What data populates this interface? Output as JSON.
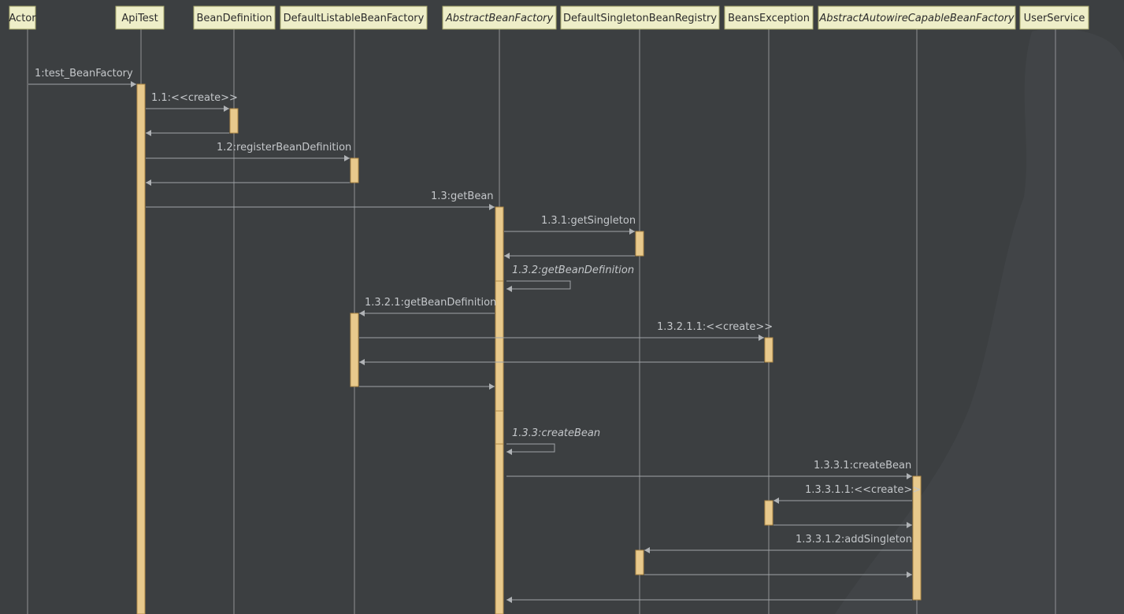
{
  "participants": [
    {
      "id": "actor",
      "name": "Actor",
      "italic": false
    },
    {
      "id": "apitest",
      "name": "ApiTest",
      "italic": false
    },
    {
      "id": "beandef",
      "name": "BeanDefinition",
      "italic": false
    },
    {
      "id": "dlbf",
      "name": "DefaultListableBeanFactory",
      "italic": false
    },
    {
      "id": "abf",
      "name": "AbstractBeanFactory",
      "italic": true
    },
    {
      "id": "dsbr",
      "name": "DefaultSingletonBeanRegistry",
      "italic": false
    },
    {
      "id": "bex",
      "name": "BeansException",
      "italic": false
    },
    {
      "id": "aacbf",
      "name": "AbstractAutowireCapableBeanFactory",
      "italic": true
    },
    {
      "id": "usersvc",
      "name": "UserService",
      "italic": false
    }
  ],
  "messages": [
    {
      "label": "1:test_BeanFactory",
      "from": "actor",
      "to": "apitest",
      "kind": "call",
      "italic": false
    },
    {
      "label": "1.1:<<create>>",
      "from": "apitest",
      "to": "beandef",
      "kind": "call",
      "italic": false
    },
    {
      "label": "",
      "from": "beandef",
      "to": "apitest",
      "kind": "return",
      "italic": false
    },
    {
      "label": "1.2:registerBeanDefinition",
      "from": "apitest",
      "to": "dlbf",
      "kind": "call",
      "italic": false
    },
    {
      "label": "",
      "from": "dlbf",
      "to": "apitest",
      "kind": "return",
      "italic": false
    },
    {
      "label": "1.3:getBean",
      "from": "apitest",
      "to": "abf",
      "kind": "call",
      "italic": false
    },
    {
      "label": "1.3.1:getSingleton",
      "from": "abf",
      "to": "dsbr",
      "kind": "call",
      "italic": false
    },
    {
      "label": "",
      "from": "dsbr",
      "to": "abf",
      "kind": "return",
      "italic": false
    },
    {
      "label": "1.3.2:getBeanDefinition",
      "from": "abf",
      "to": "abf",
      "kind": "self",
      "italic": true
    },
    {
      "label": "1.3.2.1:getBeanDefinition",
      "from": "abf",
      "to": "dlbf",
      "kind": "call",
      "italic": false
    },
    {
      "label": "1.3.2.1.1:<<create>>",
      "from": "dlbf",
      "to": "bex",
      "kind": "call",
      "italic": false
    },
    {
      "label": "",
      "from": "bex",
      "to": "dlbf",
      "kind": "return",
      "italic": false
    },
    {
      "label": "",
      "from": "dlbf",
      "to": "abf",
      "kind": "return",
      "italic": false
    },
    {
      "label": "1.3.3:createBean",
      "from": "abf",
      "to": "abf",
      "kind": "self",
      "italic": true
    },
    {
      "label": "1.3.3.1:createBean",
      "from": "abf",
      "to": "aacbf",
      "kind": "call",
      "italic": false
    },
    {
      "label": "1.3.3.1.1:<<create>>",
      "from": "aacbf",
      "to": "bex",
      "kind": "call",
      "italic": false
    },
    {
      "label": "",
      "from": "bex",
      "to": "aacbf",
      "kind": "return",
      "italic": false
    },
    {
      "label": "1.3.3.1.2:addSingleton",
      "from": "aacbf",
      "to": "dsbr",
      "kind": "call",
      "italic": false
    },
    {
      "label": "",
      "from": "dsbr",
      "to": "aacbf",
      "kind": "return",
      "italic": false
    },
    {
      "label": "",
      "from": "aacbf",
      "to": "abf",
      "kind": "return",
      "italic": false
    }
  ],
  "colors": {
    "background": "#3c3f41",
    "header_fill": "#eeeec8",
    "activation_fill": "#e8c98c",
    "lifeline": "#8f9194",
    "label_text": "#c4c7ca"
  }
}
